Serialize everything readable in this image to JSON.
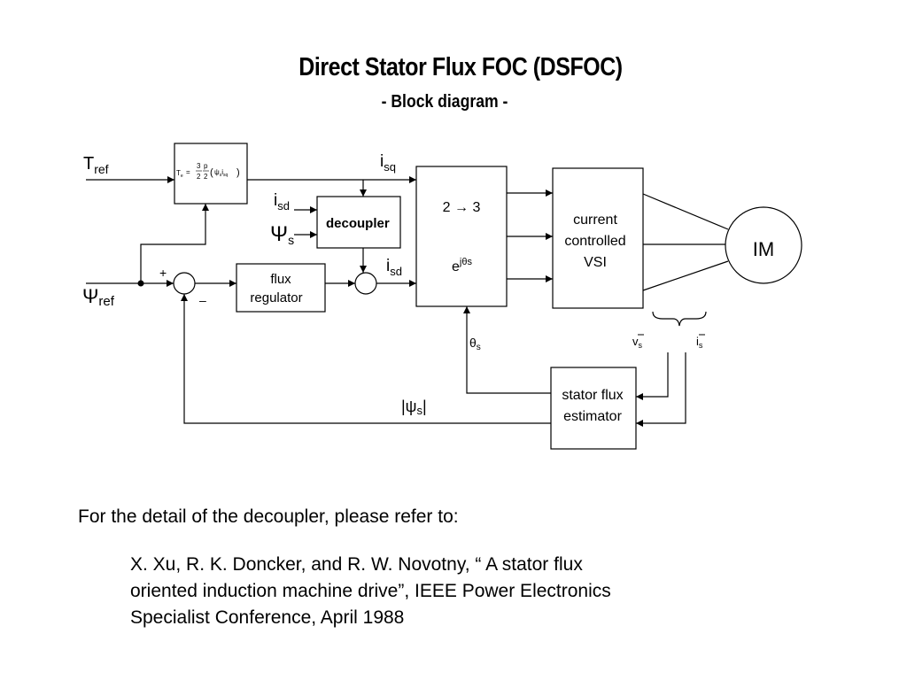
{
  "slide": {
    "title": "Direct Stator Flux FOC (DSFOC)",
    "subtitle": "- Block diagram -"
  },
  "diagram": {
    "inputs": {
      "T_ref_main": "T",
      "T_ref_sub": "ref",
      "Psi_ref_main": "Ψ",
      "Psi_ref_sub": "ref"
    },
    "torque_block": {
      "lhs_main": "T",
      "lhs_sub": "e",
      "eq": "=",
      "frac1_num": "3",
      "frac1_den": "2",
      "frac2_num": "p",
      "frac2_den": "2",
      "psi": "ψ",
      "psi_sub": "s",
      "i": "i",
      "i_sub": "sq"
    },
    "decoupler": {
      "label": "decoupler"
    },
    "flux_regulator": {
      "line1": "flux",
      "line2": "regulator"
    },
    "transform": {
      "label": "2 → 3",
      "exp_base": "e",
      "exp_sup": "jθs"
    },
    "vsi": {
      "line1": "current",
      "line2": "controlled",
      "line3": "VSI"
    },
    "motor": {
      "label": "IM"
    },
    "estimator": {
      "line1": "stator flux",
      "line2": "estimator"
    },
    "signals": {
      "isq_main": "i",
      "isq_sub": "sq",
      "isd_in_main": "i",
      "isd_in_sub": "sd",
      "psis_in_main": "Ψ",
      "psis_in_sub": "s",
      "isd_out_main": "i",
      "isd_out_sub": "sd",
      "theta_main": "θ",
      "theta_sub": "s",
      "vs_main": "v",
      "vs_sub": "s",
      "is_main": "i",
      "is_sub": "s",
      "psi_mag_open": "|ψ",
      "psi_mag_sub": "s",
      "psi_mag_close": "|"
    },
    "summing_signs": {
      "plus": "+",
      "minus": "–"
    }
  },
  "reference": {
    "intro": "For the detail of the decoupler, please refer to:",
    "line1": "X. Xu, R. K. Doncker, and R. W. Novotny, “ A stator flux",
    "line2": "oriented induction machine drive”, IEEE Power Electronics",
    "line3": "Specialist Conference, April 1988"
  }
}
